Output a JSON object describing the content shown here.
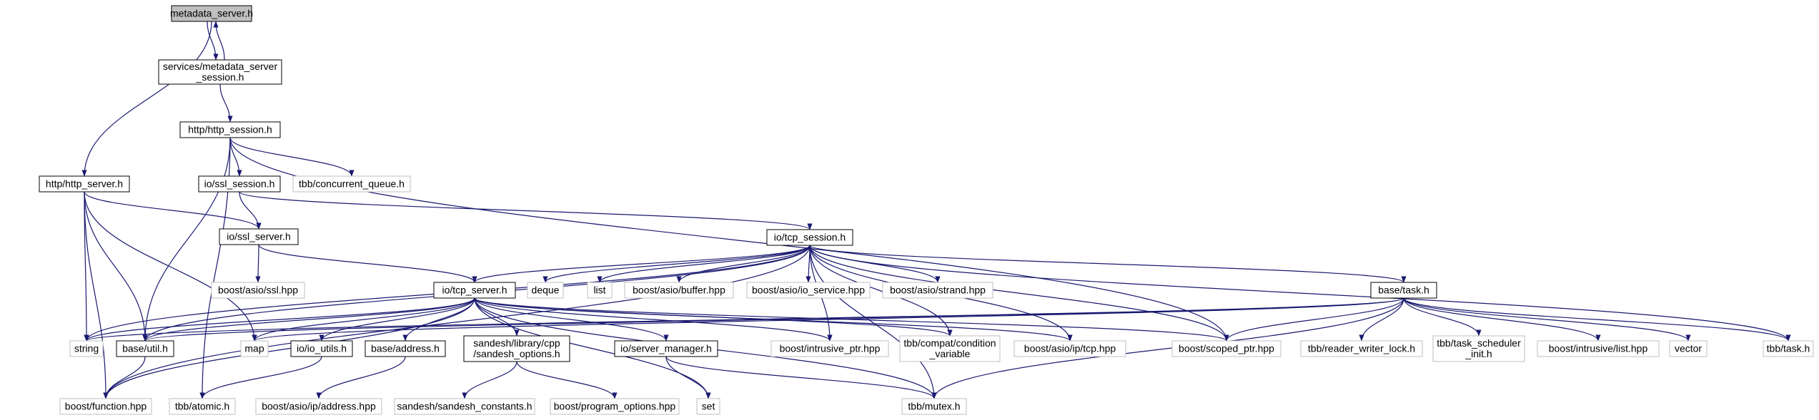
{
  "colors": {
    "edge": "#191970",
    "box_border_main": "#000000",
    "box_border_external": "#bfbfbf",
    "root_fill": "#bfbfbf",
    "box_fill": "#ffffff"
  },
  "nodes": [
    {
      "id": "metadata_server_h",
      "label": [
        "metadata_server.h"
      ],
      "kind": "root"
    },
    {
      "id": "metadata_server_session_h",
      "label": [
        "services/metadata_server",
        "_session.h"
      ],
      "kind": "doc"
    },
    {
      "id": "http_session_h",
      "label": [
        "http/http_session.h"
      ],
      "kind": "doc"
    },
    {
      "id": "http_server_h",
      "label": [
        "http/http_server.h"
      ],
      "kind": "doc"
    },
    {
      "id": "ssl_session_h",
      "label": [
        "io/ssl_session.h"
      ],
      "kind": "doc"
    },
    {
      "id": "concurrent_queue_h",
      "label": [
        "tbb/concurrent_queue.h"
      ],
      "kind": "ext"
    },
    {
      "id": "ssl_server_h",
      "label": [
        "io/ssl_server.h"
      ],
      "kind": "doc"
    },
    {
      "id": "tcp_session_h",
      "label": [
        "io/tcp_session.h"
      ],
      "kind": "doc"
    },
    {
      "id": "asio_ssl_hpp",
      "label": [
        "boost/asio/ssl.hpp"
      ],
      "kind": "ext"
    },
    {
      "id": "tcp_server_h",
      "label": [
        "io/tcp_server.h"
      ],
      "kind": "doc"
    },
    {
      "id": "deque",
      "label": [
        "deque"
      ],
      "kind": "ext"
    },
    {
      "id": "list",
      "label": [
        "list"
      ],
      "kind": "ext"
    },
    {
      "id": "asio_buffer_hpp",
      "label": [
        "boost/asio/buffer.hpp"
      ],
      "kind": "ext"
    },
    {
      "id": "asio_io_service_hpp",
      "label": [
        "boost/asio/io_service.hpp"
      ],
      "kind": "ext"
    },
    {
      "id": "asio_strand_hpp",
      "label": [
        "boost/asio/strand.hpp"
      ],
      "kind": "ext"
    },
    {
      "id": "base_task_h",
      "label": [
        "base/task.h"
      ],
      "kind": "doc"
    },
    {
      "id": "string",
      "label": [
        "string"
      ],
      "kind": "ext"
    },
    {
      "id": "base_util_h",
      "label": [
        "base/util.h"
      ],
      "kind": "doc"
    },
    {
      "id": "map",
      "label": [
        "map"
      ],
      "kind": "ext"
    },
    {
      "id": "io_utils_h",
      "label": [
        "io/io_utils.h"
      ],
      "kind": "doc"
    },
    {
      "id": "base_address_h",
      "label": [
        "base/address.h"
      ],
      "kind": "doc"
    },
    {
      "id": "sandesh_options_h",
      "label": [
        "sandesh/library/cpp",
        "/sandesh_options.h"
      ],
      "kind": "doc"
    },
    {
      "id": "server_manager_h",
      "label": [
        "io/server_manager.h"
      ],
      "kind": "doc"
    },
    {
      "id": "intrusive_ptr_hpp",
      "label": [
        "boost/intrusive_ptr.hpp"
      ],
      "kind": "ext"
    },
    {
      "id": "condition_variable",
      "label": [
        "tbb/compat/condition",
        "_variable"
      ],
      "kind": "ext"
    },
    {
      "id": "asio_ip_tcp_hpp",
      "label": [
        "boost/asio/ip/tcp.hpp"
      ],
      "kind": "ext"
    },
    {
      "id": "scoped_ptr_hpp",
      "label": [
        "boost/scoped_ptr.hpp"
      ],
      "kind": "ext"
    },
    {
      "id": "reader_writer_lock_h",
      "label": [
        "tbb/reader_writer_lock.h"
      ],
      "kind": "ext"
    },
    {
      "id": "task_scheduler_init_h",
      "label": [
        "tbb/task_scheduler",
        "_init.h"
      ],
      "kind": "ext"
    },
    {
      "id": "intrusive_list_hpp",
      "label": [
        "boost/intrusive/list.hpp"
      ],
      "kind": "ext"
    },
    {
      "id": "vector",
      "label": [
        "vector"
      ],
      "kind": "ext"
    },
    {
      "id": "tbb_task_h",
      "label": [
        "tbb/task.h"
      ],
      "kind": "ext"
    },
    {
      "id": "boost_function_hpp",
      "label": [
        "boost/function.hpp"
      ],
      "kind": "ext"
    },
    {
      "id": "tbb_atomic_h",
      "label": [
        "tbb/atomic.h"
      ],
      "kind": "ext"
    },
    {
      "id": "asio_ip_address_hpp",
      "label": [
        "boost/asio/ip/address.hpp"
      ],
      "kind": "ext"
    },
    {
      "id": "sandesh_constants_h",
      "label": [
        "sandesh/sandesh_constants.h"
      ],
      "kind": "ext"
    },
    {
      "id": "program_options_hpp",
      "label": [
        "boost/program_options.hpp"
      ],
      "kind": "ext"
    },
    {
      "id": "set",
      "label": [
        "set"
      ],
      "kind": "ext"
    },
    {
      "id": "tbb_mutex_h",
      "label": [
        "tbb/mutex.h"
      ],
      "kind": "ext"
    }
  ],
  "edges": [
    [
      "metadata_server_h",
      "metadata_server_session_h"
    ],
    [
      "metadata_server_session_h",
      "metadata_server_h"
    ],
    [
      "metadata_server_h",
      "http_server_h"
    ],
    [
      "metadata_server_session_h",
      "http_session_h"
    ],
    [
      "http_session_h",
      "ssl_session_h"
    ],
    [
      "http_session_h",
      "concurrent_queue_h"
    ],
    [
      "http_session_h",
      "base_util_h"
    ],
    [
      "http_session_h",
      "tbb_atomic_h"
    ],
    [
      "http_session_h",
      "scoped_ptr_hpp"
    ],
    [
      "http_server_h",
      "ssl_server_h"
    ],
    [
      "http_server_h",
      "string"
    ],
    [
      "http_server_h",
      "base_util_h"
    ],
    [
      "http_server_h",
      "map"
    ],
    [
      "http_server_h",
      "boost_function_hpp"
    ],
    [
      "ssl_session_h",
      "ssl_server_h"
    ],
    [
      "ssl_session_h",
      "tcp_session_h"
    ],
    [
      "ssl_server_h",
      "asio_ssl_hpp"
    ],
    [
      "ssl_server_h",
      "tcp_server_h"
    ],
    [
      "tcp_session_h",
      "tcp_server_h"
    ],
    [
      "tcp_session_h",
      "deque"
    ],
    [
      "tcp_session_h",
      "list"
    ],
    [
      "tcp_session_h",
      "asio_buffer_hpp"
    ],
    [
      "tcp_session_h",
      "asio_io_service_hpp"
    ],
    [
      "tcp_session_h",
      "asio_strand_hpp"
    ],
    [
      "tcp_session_h",
      "base_task_h"
    ],
    [
      "tcp_session_h",
      "string"
    ],
    [
      "tcp_session_h",
      "base_util_h"
    ],
    [
      "tcp_session_h",
      "intrusive_ptr_hpp"
    ],
    [
      "tcp_session_h",
      "condition_variable"
    ],
    [
      "tcp_session_h",
      "asio_ip_tcp_hpp"
    ],
    [
      "tcp_session_h",
      "scoped_ptr_hpp"
    ],
    [
      "tcp_session_h",
      "tbb_task_h"
    ],
    [
      "tcp_session_h",
      "tbb_mutex_h"
    ],
    [
      "tcp_session_h",
      "boost_function_hpp"
    ],
    [
      "tcp_server_h",
      "string"
    ],
    [
      "tcp_server_h",
      "base_util_h"
    ],
    [
      "tcp_server_h",
      "map"
    ],
    [
      "tcp_server_h",
      "io_utils_h"
    ],
    [
      "tcp_server_h",
      "base_address_h"
    ],
    [
      "tcp_server_h",
      "sandesh_options_h"
    ],
    [
      "tcp_server_h",
      "server_manager_h"
    ],
    [
      "tcp_server_h",
      "intrusive_ptr_hpp"
    ],
    [
      "tcp_server_h",
      "condition_variable"
    ],
    [
      "tcp_server_h",
      "asio_ip_tcp_hpp"
    ],
    [
      "tcp_server_h",
      "scoped_ptr_hpp"
    ],
    [
      "tcp_server_h",
      "set"
    ],
    [
      "tcp_server_h",
      "tbb_mutex_h"
    ],
    [
      "tcp_server_h",
      "boost_function_hpp"
    ],
    [
      "base_task_h",
      "string"
    ],
    [
      "base_task_h",
      "base_util_h"
    ],
    [
      "base_task_h",
      "map"
    ],
    [
      "base_task_h",
      "scoped_ptr_hpp"
    ],
    [
      "base_task_h",
      "reader_writer_lock_h"
    ],
    [
      "base_task_h",
      "task_scheduler_init_h"
    ],
    [
      "base_task_h",
      "intrusive_list_hpp"
    ],
    [
      "base_task_h",
      "vector"
    ],
    [
      "base_task_h",
      "tbb_task_h"
    ],
    [
      "base_task_h",
      "tbb_mutex_h"
    ],
    [
      "base_util_h",
      "boost_function_hpp"
    ],
    [
      "io_utils_h",
      "tbb_atomic_h"
    ],
    [
      "base_address_h",
      "asio_ip_address_hpp"
    ],
    [
      "sandesh_options_h",
      "sandesh_constants_h"
    ],
    [
      "sandesh_options_h",
      "program_options_hpp"
    ],
    [
      "server_manager_h",
      "set"
    ],
    [
      "server_manager_h",
      "tbb_mutex_h"
    ]
  ]
}
